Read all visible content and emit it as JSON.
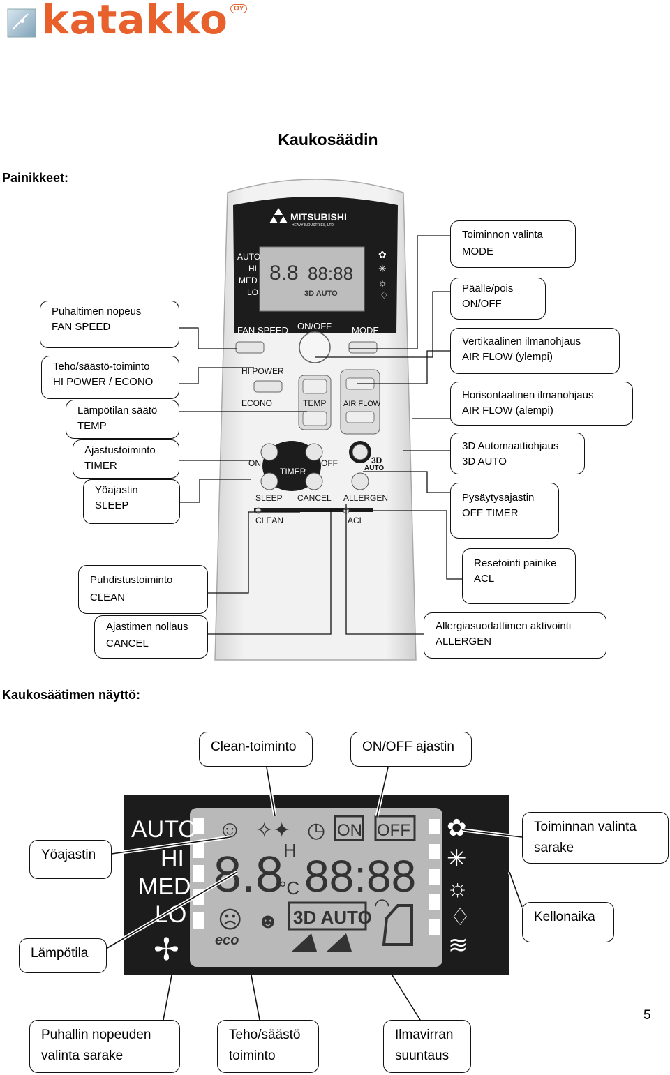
{
  "logo": {
    "text": "katakko",
    "suffix": "OY"
  },
  "title": "Kaukosäädin",
  "buttons_heading": "Painikkeet:",
  "display_heading": "Kaukosäätimen näyttö:",
  "page_number": "5",
  "remote": {
    "brand": "MITSUBISHI",
    "brand_sub": "HEAVY INDUSTRIES, LTD.",
    "labels": [
      "FAN SPEED",
      "ON/OFF",
      "MODE",
      "HI POWER",
      "ECONO",
      "TEMP",
      "AIR FLOW",
      "ON",
      "TIMER",
      "OFF",
      "3D",
      "AUTO",
      "SLEEP",
      "CANCEL",
      "ALLERGEN",
      "CLEAN",
      "ACL"
    ]
  },
  "left_callouts": [
    {
      "line1": "Puhaltimen nopeus",
      "line2": "FAN SPEED"
    },
    {
      "line1": "Teho/säästö-toiminto",
      "line2": "HI POWER / ECONO"
    },
    {
      "line1": "Lämpötilan säätö",
      "line2": "TEMP"
    },
    {
      "line1": "Ajastustoiminto",
      "line2": "TIMER"
    },
    {
      "line1": "Yöajastin",
      "line2": "SLEEP"
    },
    {
      "line1": "Puhdistustoiminto",
      "line2": "CLEAN"
    },
    {
      "line1": "Ajastimen nollaus",
      "line2": "CANCEL"
    }
  ],
  "right_callouts": [
    {
      "line1": "Toiminnon valinta",
      "line2": "MODE"
    },
    {
      "line1": "Päälle/pois",
      "line2": "ON/OFF"
    },
    {
      "line1": "Vertikaalinen ilmanohjaus",
      "line2": "AIR FLOW (ylempi)"
    },
    {
      "line1": "Horisontaalinen ilmanohjaus",
      "line2": "AIR FLOW (alempi)"
    },
    {
      "line1": "3D Automaattiohjaus",
      "line2": "3D AUTO"
    },
    {
      "line1": "Pysäytysajastin",
      "line2": "OFF TIMER"
    },
    {
      "line1": "Resetointi painike",
      "line2": "ACL"
    },
    {
      "line1": "Allergiasuodattimen aktivointi",
      "line2": "ALLERGEN"
    }
  ],
  "display_callouts": {
    "clean": "Clean-toiminto",
    "onoff_timer": "ON/OFF ajastin",
    "sleep": "Yöajastin",
    "temperature": "Lämpötila",
    "mode_column_1": "Toiminnan valinta",
    "mode_column_2": "sarake",
    "clock": "Kellonaika",
    "fan_column_1": "Puhallin nopeuden",
    "fan_column_2": "valinta sarake",
    "power_1": "Teho/säästö",
    "power_2": "toiminto",
    "airflow_1": "Ilmavirran",
    "airflow_2": "suuntaus"
  },
  "lcd": {
    "fan_levels": [
      "AUTO",
      "HI",
      "MED",
      "LO"
    ],
    "temp": "8.8",
    "temp_h": "H",
    "temp_unit": "°C",
    "clock": "88:88",
    "on": "ON",
    "off": "OFF",
    "auto3d": "3D AUTO",
    "eco": "eco"
  },
  "colors": {
    "brand": "#e8602c",
    "remote_body": "#ececec",
    "panel": "#1c1c1c",
    "lcd": "#b9b9b9"
  }
}
